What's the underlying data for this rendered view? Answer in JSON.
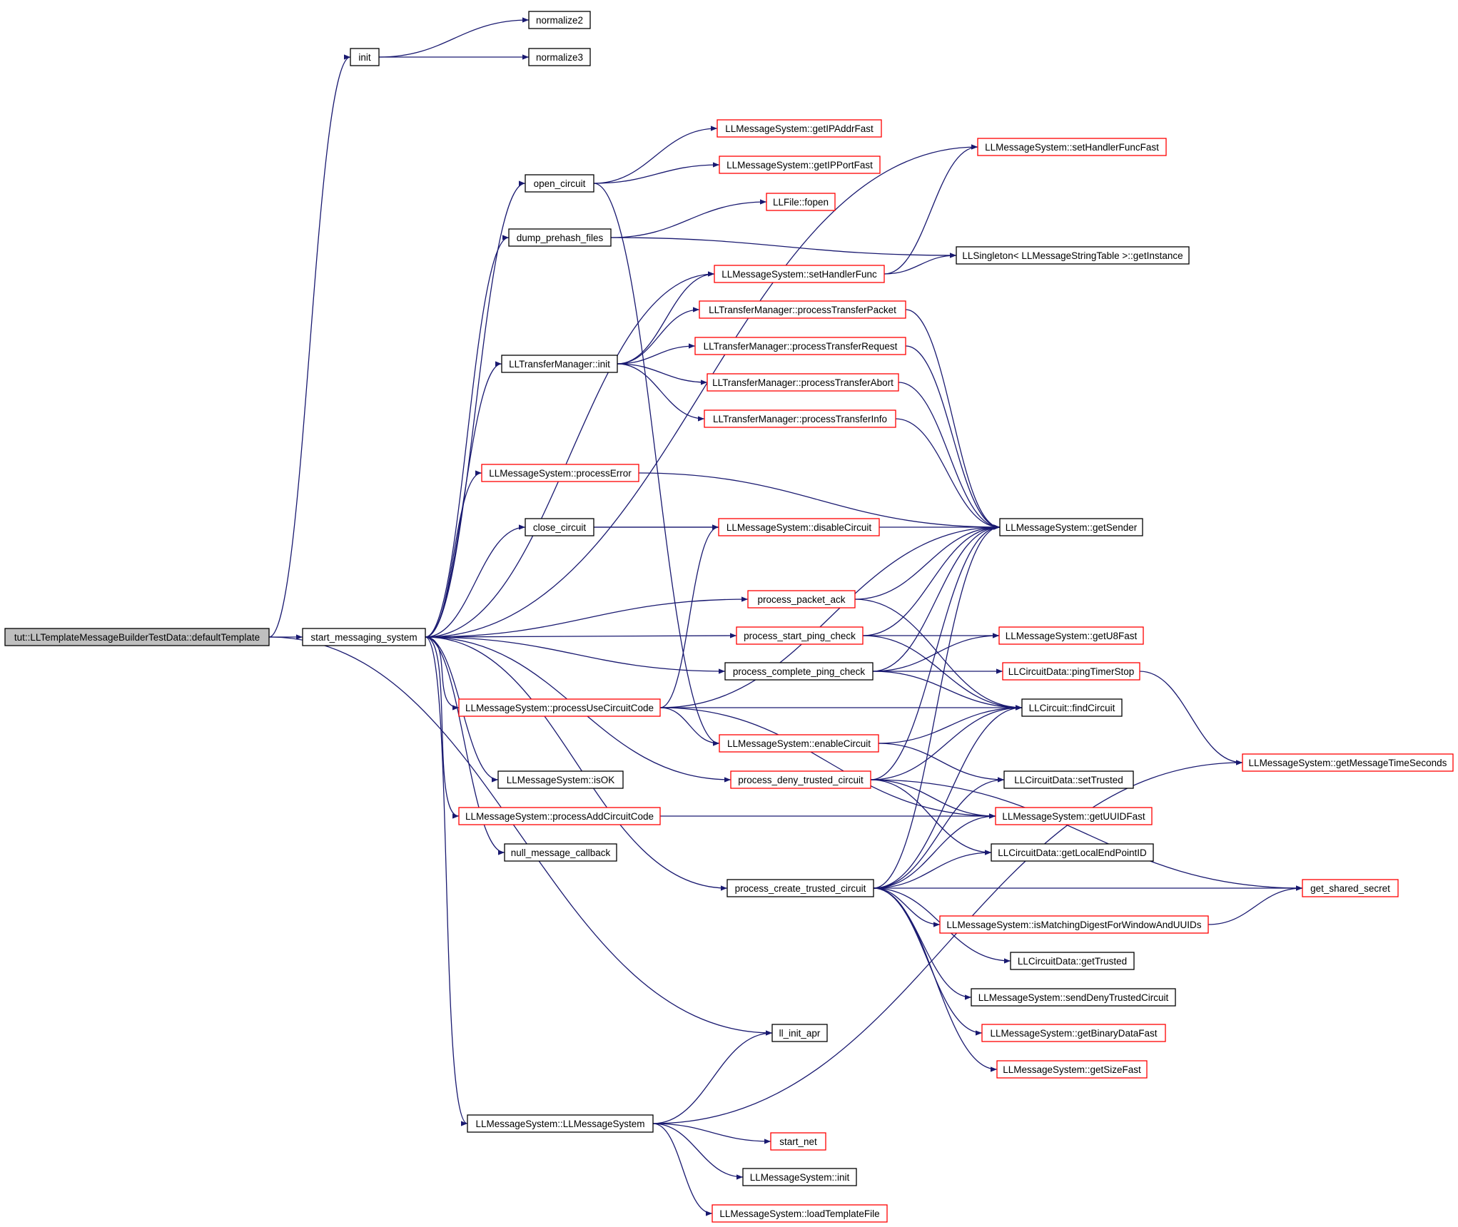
{
  "colors": {
    "edge": "#191970",
    "border_normal": "#000000",
    "border_truncated": "#ff0000",
    "fill_root": "#bfbfbf",
    "fill_node": "#ffffff"
  },
  "nodes": {
    "root": {
      "label": "tut::LLTemplateMessageBuilderTestData::defaultTemplate",
      "style": "root"
    },
    "init": {
      "label": "init",
      "style": "normal"
    },
    "normalize2": {
      "label": "normalize2",
      "style": "normal"
    },
    "normalize3": {
      "label": "normalize3",
      "style": "normal"
    },
    "start_messaging_system": {
      "label": "start_messaging_system",
      "style": "normal"
    },
    "open_circuit": {
      "label": "open_circuit",
      "style": "normal"
    },
    "dump_prehash_files": {
      "label": "dump_prehash_files",
      "style": "normal"
    },
    "tm_init": {
      "label": "LLTransferManager::init",
      "style": "normal"
    },
    "processError": {
      "label": "LLMessageSystem::processError",
      "style": "truncated"
    },
    "close_circuit": {
      "label": "close_circuit",
      "style": "normal"
    },
    "processUseCircuitCode": {
      "label": "LLMessageSystem::processUseCircuitCode",
      "style": "truncated"
    },
    "isOK": {
      "label": "LLMessageSystem::isOK",
      "style": "normal"
    },
    "processAddCircuitCode": {
      "label": "LLMessageSystem::processAddCircuitCode",
      "style": "truncated"
    },
    "null_message_callback": {
      "label": "null_message_callback",
      "style": "normal"
    },
    "ms_ctor": {
      "label": "LLMessageSystem::LLMessageSystem",
      "style": "normal"
    },
    "getIPAddrFast": {
      "label": "LLMessageSystem::getIPAddrFast",
      "style": "truncated"
    },
    "getIPPortFast": {
      "label": "LLMessageSystem::getIPPortFast",
      "style": "truncated"
    },
    "fopen": {
      "label": "LLFile::fopen",
      "style": "truncated"
    },
    "setHandlerFunc": {
      "label": "LLMessageSystem::setHandlerFunc",
      "style": "truncated"
    },
    "processTransferPacket": {
      "label": "LLTransferManager::processTransferPacket",
      "style": "truncated"
    },
    "processTransferRequest": {
      "label": "LLTransferManager::processTransferRequest",
      "style": "truncated"
    },
    "processTransferAbort": {
      "label": "LLTransferManager::processTransferAbort",
      "style": "truncated"
    },
    "processTransferInfo": {
      "label": "LLTransferManager::processTransferInfo",
      "style": "truncated"
    },
    "disableCircuit": {
      "label": "LLMessageSystem::disableCircuit",
      "style": "truncated"
    },
    "process_packet_ack": {
      "label": "process_packet_ack",
      "style": "truncated"
    },
    "process_start_ping_check": {
      "label": "process_start_ping_check",
      "style": "truncated"
    },
    "process_complete_ping_check": {
      "label": "process_complete_ping_check",
      "style": "normal"
    },
    "enableCircuit": {
      "label": "LLMessageSystem::enableCircuit",
      "style": "truncated"
    },
    "process_deny_trusted_circuit": {
      "label": "process_deny_trusted_circuit",
      "style": "truncated"
    },
    "process_create_trusted_circuit": {
      "label": "process_create_trusted_circuit",
      "style": "normal"
    },
    "ll_init_apr": {
      "label": "ll_init_apr",
      "style": "normal"
    },
    "start_net": {
      "label": "start_net",
      "style": "truncated"
    },
    "ms_init": {
      "label": "LLMessageSystem::init",
      "style": "normal"
    },
    "loadTemplateFile": {
      "label": "LLMessageSystem::loadTemplateFile",
      "style": "truncated"
    },
    "setHandlerFuncFast": {
      "label": "LLMessageSystem::setHandlerFuncFast",
      "style": "truncated"
    },
    "getInstance": {
      "label": "LLSingleton< LLMessageStringTable >::getInstance",
      "style": "normal"
    },
    "getSender": {
      "label": "LLMessageSystem::getSender",
      "style": "normal"
    },
    "getU8Fast": {
      "label": "LLMessageSystem::getU8Fast",
      "style": "truncated"
    },
    "pingTimerStop": {
      "label": "LLCircuitData::pingTimerStop",
      "style": "truncated"
    },
    "findCircuit": {
      "label": "LLCircuit::findCircuit",
      "style": "normal"
    },
    "setTrusted": {
      "label": "LLCircuitData::setTrusted",
      "style": "normal"
    },
    "getUUIDFast": {
      "label": "LLMessageSystem::getUUIDFast",
      "style": "truncated"
    },
    "getLocalEndPointID": {
      "label": "LLCircuitData::getLocalEndPointID",
      "style": "normal"
    },
    "isMatchingDigest": {
      "label": "LLMessageSystem::isMatchingDigestForWindowAndUUIDs",
      "style": "truncated"
    },
    "getTrusted": {
      "label": "LLCircuitData::getTrusted",
      "style": "normal"
    },
    "sendDenyTrustedCircuit": {
      "label": "LLMessageSystem::sendDenyTrustedCircuit",
      "style": "normal"
    },
    "getBinaryDataFast": {
      "label": "LLMessageSystem::getBinaryDataFast",
      "style": "truncated"
    },
    "getSizeFast": {
      "label": "LLMessageSystem::getSizeFast",
      "style": "truncated"
    },
    "getMessageTimeSeconds": {
      "label": "LLMessageSystem::getMessageTimeSeconds",
      "style": "truncated"
    },
    "get_shared_secret": {
      "label": "get_shared_secret",
      "style": "truncated"
    }
  },
  "edges": [
    [
      "root",
      "init"
    ],
    [
      "root",
      "start_messaging_system"
    ],
    [
      "root",
      "ll_init_apr"
    ],
    [
      "init",
      "normalize2"
    ],
    [
      "init",
      "normalize3"
    ],
    [
      "start_messaging_system",
      "setHandlerFuncFast"
    ],
    [
      "start_messaging_system",
      "open_circuit"
    ],
    [
      "start_messaging_system",
      "dump_prehash_files"
    ],
    [
      "start_messaging_system",
      "setHandlerFunc"
    ],
    [
      "start_messaging_system",
      "tm_init"
    ],
    [
      "start_messaging_system",
      "processError"
    ],
    [
      "start_messaging_system",
      "close_circuit"
    ],
    [
      "start_messaging_system",
      "process_packet_ack"
    ],
    [
      "start_messaging_system",
      "process_start_ping_check"
    ],
    [
      "start_messaging_system",
      "process_complete_ping_check"
    ],
    [
      "start_messaging_system",
      "processUseCircuitCode"
    ],
    [
      "start_messaging_system",
      "process_deny_trusted_circuit"
    ],
    [
      "start_messaging_system",
      "isOK"
    ],
    [
      "start_messaging_system",
      "processAddCircuitCode"
    ],
    [
      "start_messaging_system",
      "null_message_callback"
    ],
    [
      "start_messaging_system",
      "process_create_trusted_circuit"
    ],
    [
      "start_messaging_system",
      "ms_ctor"
    ],
    [
      "open_circuit",
      "getIPAddrFast"
    ],
    [
      "open_circuit",
      "getIPPortFast"
    ],
    [
      "open_circuit",
      "enableCircuit"
    ],
    [
      "dump_prehash_files",
      "fopen"
    ],
    [
      "dump_prehash_files",
      "getInstance"
    ],
    [
      "setHandlerFunc",
      "setHandlerFuncFast"
    ],
    [
      "setHandlerFunc",
      "getInstance"
    ],
    [
      "tm_init",
      "setHandlerFunc"
    ],
    [
      "tm_init",
      "processTransferPacket"
    ],
    [
      "tm_init",
      "processTransferRequest"
    ],
    [
      "tm_init",
      "processTransferAbort"
    ],
    [
      "tm_init",
      "processTransferInfo"
    ],
    [
      "processTransferPacket",
      "getSender"
    ],
    [
      "processTransferRequest",
      "getSender"
    ],
    [
      "processTransferAbort",
      "getSender"
    ],
    [
      "processTransferInfo",
      "getSender"
    ],
    [
      "processError",
      "getSender"
    ],
    [
      "close_circuit",
      "getSender"
    ],
    [
      "close_circuit",
      "disableCircuit"
    ],
    [
      "process_packet_ack",
      "getSender"
    ],
    [
      "process_packet_ack",
      "findCircuit"
    ],
    [
      "process_start_ping_check",
      "getSender"
    ],
    [
      "process_start_ping_check",
      "getU8Fast"
    ],
    [
      "process_start_ping_check",
      "findCircuit"
    ],
    [
      "process_complete_ping_check",
      "getSender"
    ],
    [
      "process_complete_ping_check",
      "getU8Fast"
    ],
    [
      "process_complete_ping_check",
      "pingTimerStop"
    ],
    [
      "process_complete_ping_check",
      "findCircuit"
    ],
    [
      "pingTimerStop",
      "getMessageTimeSeconds"
    ],
    [
      "processUseCircuitCode",
      "getSender"
    ],
    [
      "processUseCircuitCode",
      "disableCircuit"
    ],
    [
      "processUseCircuitCode",
      "findCircuit"
    ],
    [
      "processUseCircuitCode",
      "enableCircuit"
    ],
    [
      "processUseCircuitCode",
      "getUUIDFast"
    ],
    [
      "enableCircuit",
      "findCircuit"
    ],
    [
      "enableCircuit",
      "setTrusted"
    ],
    [
      "process_deny_trusted_circuit",
      "getSender"
    ],
    [
      "process_deny_trusted_circuit",
      "findCircuit"
    ],
    [
      "process_deny_trusted_circuit",
      "get_shared_secret"
    ],
    [
      "process_deny_trusted_circuit",
      "getUUIDFast"
    ],
    [
      "process_deny_trusted_circuit",
      "getLocalEndPointID"
    ],
    [
      "processAddCircuitCode",
      "getUUIDFast"
    ],
    [
      "process_create_trusted_circuit",
      "getSender"
    ],
    [
      "process_create_trusted_circuit",
      "findCircuit"
    ],
    [
      "process_create_trusted_circuit",
      "setTrusted"
    ],
    [
      "process_create_trusted_circuit",
      "getUUIDFast"
    ],
    [
      "process_create_trusted_circuit",
      "getLocalEndPointID"
    ],
    [
      "process_create_trusted_circuit",
      "get_shared_secret"
    ],
    [
      "process_create_trusted_circuit",
      "isMatchingDigest"
    ],
    [
      "process_create_trusted_circuit",
      "getTrusted"
    ],
    [
      "process_create_trusted_circuit",
      "sendDenyTrustedCircuit"
    ],
    [
      "process_create_trusted_circuit",
      "getBinaryDataFast"
    ],
    [
      "process_create_trusted_circuit",
      "getSizeFast"
    ],
    [
      "isMatchingDigest",
      "get_shared_secret"
    ],
    [
      "ms_ctor",
      "ll_init_apr"
    ],
    [
      "ms_ctor",
      "getMessageTimeSeconds"
    ],
    [
      "ms_ctor",
      "start_net"
    ],
    [
      "ms_ctor",
      "ms_init"
    ],
    [
      "ms_ctor",
      "loadTemplateFile"
    ]
  ]
}
